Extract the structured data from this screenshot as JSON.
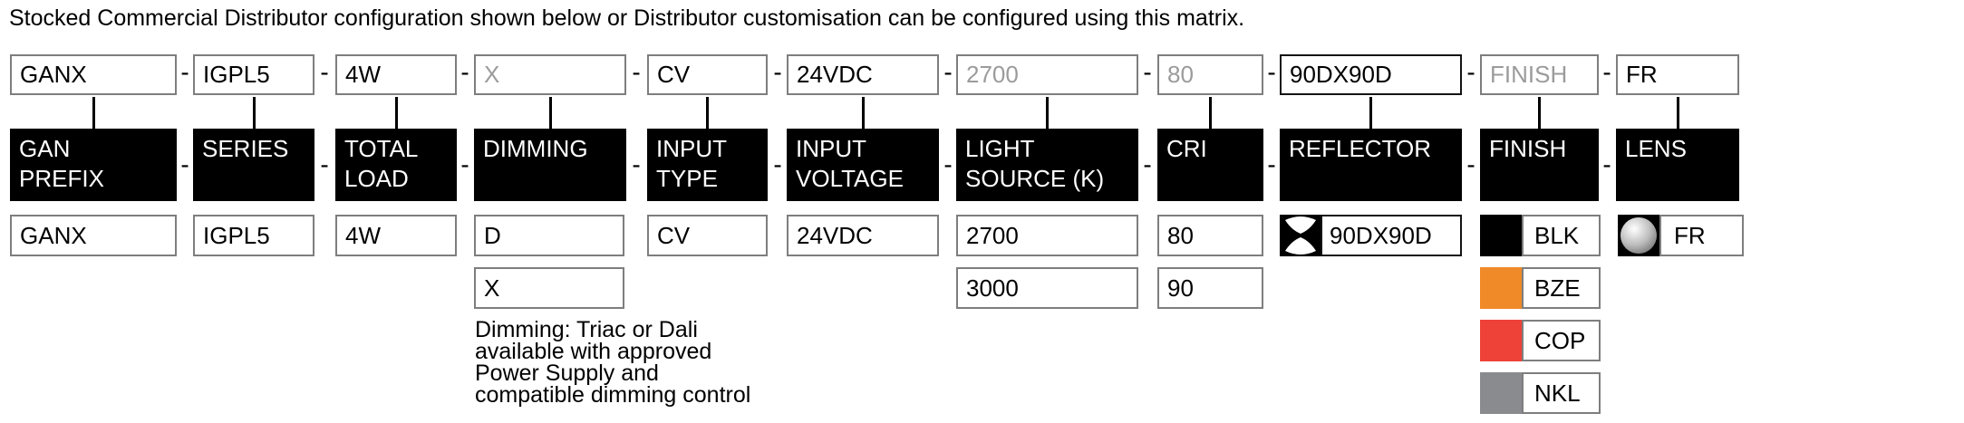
{
  "title": "Stocked Commercial Distributor configuration shown below or Distributor customisation can be configured using this matrix.",
  "dash": "-",
  "code_row": [
    {
      "text": "GANX"
    },
    {
      "text": "IGPL5"
    },
    {
      "text": "4W"
    },
    {
      "text": "X"
    },
    {
      "text": "CV"
    },
    {
      "text": "24VDC"
    },
    {
      "text": "2700"
    },
    {
      "text": "80"
    },
    {
      "text": "90DX90D"
    },
    {
      "text": "FINISH"
    },
    {
      "text": "FR"
    }
  ],
  "label_row": [
    {
      "line1": "GAN",
      "line2": "PREFIX"
    },
    {
      "line1": "SERIES"
    },
    {
      "line1": "TOTAL",
      "line2": "LOAD"
    },
    {
      "line1": "DIMMING"
    },
    {
      "line1": "INPUT",
      "line2": "TYPE"
    },
    {
      "line1": "INPUT",
      "line2": "VOLTAGE"
    },
    {
      "line1": "LIGHT",
      "line2": "SOURCE (K)"
    },
    {
      "line1": "CRI"
    },
    {
      "line1": "REFLECTOR"
    },
    {
      "line1": "FINISH"
    },
    {
      "line1": "LENS"
    }
  ],
  "options": {
    "gan_prefix": "GANX",
    "series": "IGPL5",
    "total_load": "4W",
    "dimming_1": "D",
    "dimming_2": "X",
    "input_type": "CV",
    "input_voltage": "24VDC",
    "light_source_1": "2700",
    "light_source_2": "3000",
    "cri_1": "80",
    "cri_2": "90",
    "reflector": {
      "code": "90DX90D",
      "icon": "reflector-beam-icon"
    },
    "finishes": [
      {
        "code": "BLK",
        "color": "#000000"
      },
      {
        "code": "BZE",
        "color": "#F08A28"
      },
      {
        "code": "COP",
        "color": "#EE4239"
      },
      {
        "code": "NKL",
        "color": "#8A8B8F"
      }
    ],
    "lens": {
      "code": "FR",
      "icon": "frosted-lens-icon"
    }
  },
  "note": {
    "lines": [
      "Dimming: Triac or Dali",
      "available with approved",
      "Power Supply and",
      "compatible dimming control"
    ]
  },
  "colors": {
    "muted_text": "#9B9B9B",
    "box_border": "#7E7E7E",
    "highlight_border": "#141414",
    "black_box": "#000000"
  }
}
